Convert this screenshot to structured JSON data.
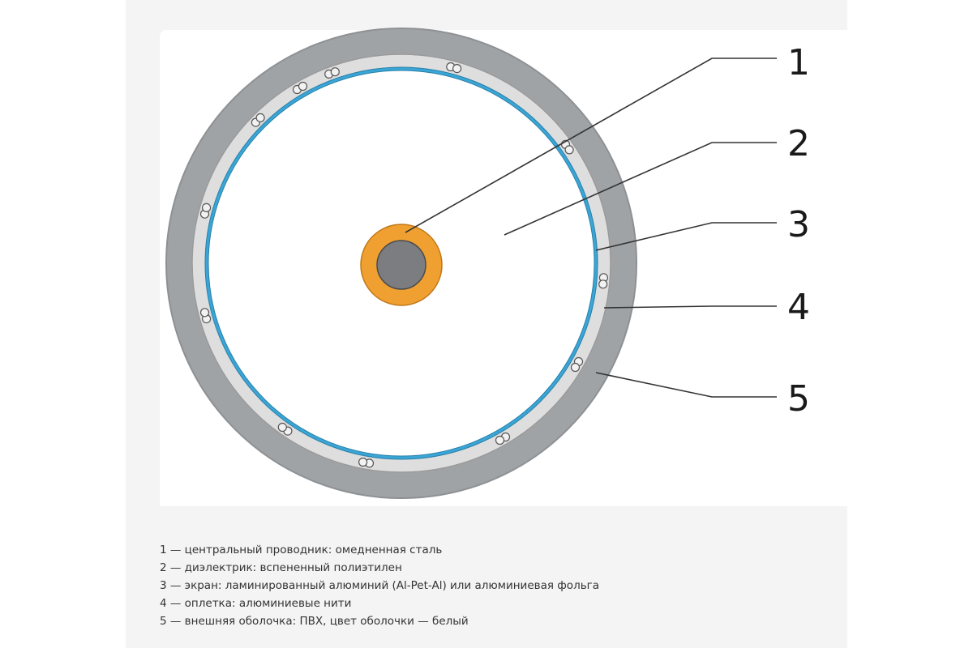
{
  "diagram": {
    "callouts": [
      "1",
      "2",
      "3",
      "4",
      "5"
    ],
    "colors": {
      "jacket": "#a0a3a6",
      "braid_layer": "#dedede",
      "foil": "#3aa6d6",
      "dielectric": "#ffffff",
      "conductor_ring": "#f0a030",
      "conductor_core": "#7c7d80",
      "leader": "#333333"
    }
  },
  "legend": {
    "items": [
      "1 — центральный проводник: омедненная сталь",
      "2 — диэлектрик: вспененный полиэтилен",
      "3 — экран: ламинированный алюминий (Al-Pet-Al) или алюминиевая фольга",
      "4 — оплетка: алюминиевые нити",
      "5 — внешняя оболочка: ПВХ, цвет оболочки — белый"
    ]
  }
}
